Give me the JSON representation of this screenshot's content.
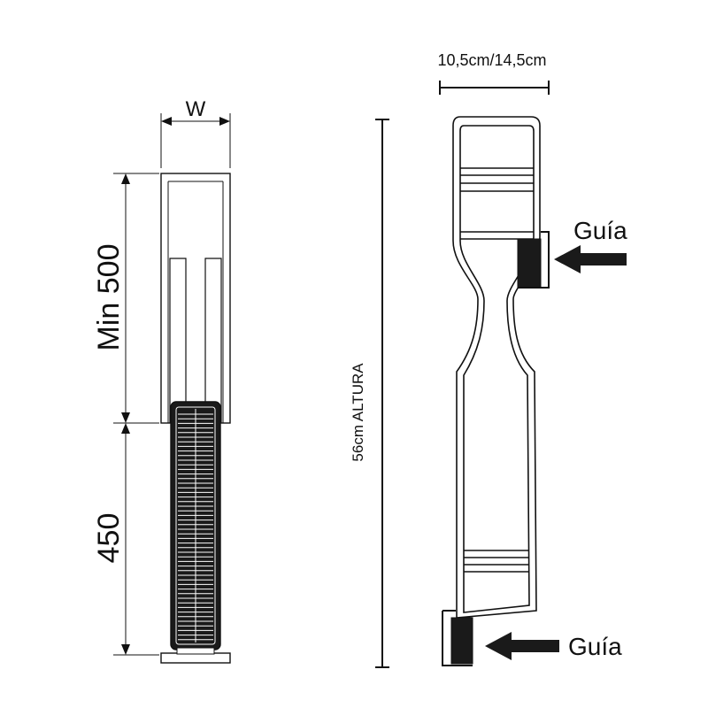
{
  "left_view": {
    "width_label": "W",
    "min_height_label": "Min 500",
    "base_height_label": "450"
  },
  "right_view": {
    "width_label": "10,5cm/14,5cm",
    "height_label": "56cm ALTURA",
    "guide_top_label": "Guía",
    "guide_bottom_label": "Guía"
  },
  "colors": {
    "line": "#111111",
    "fill_dark": "#1a1a1a"
  }
}
